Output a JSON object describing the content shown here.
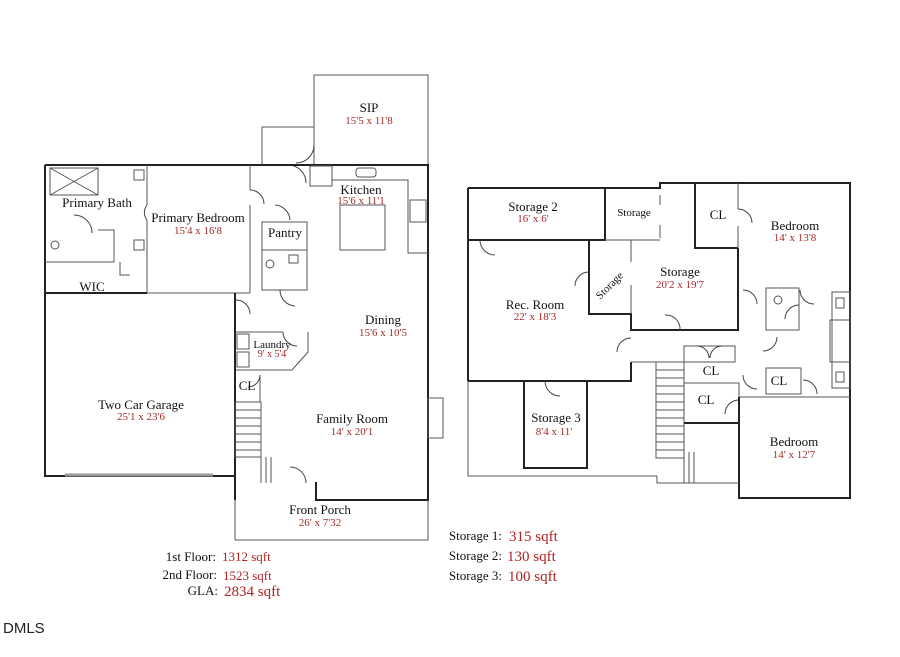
{
  "first_floor": {
    "rooms": {
      "sip": {
        "name": "SIP",
        "dims": "15'5 x 11'8"
      },
      "kitchen": {
        "name": "Kitchen",
        "dims": "15'6 x 11'1"
      },
      "primary_bath": {
        "name": "Primary Bath"
      },
      "primary_bedroom": {
        "name": "Primary Bedroom",
        "dims": "15'4 x 16'8"
      },
      "pantry": {
        "name": "Pantry"
      },
      "wic": {
        "name": "WIC"
      },
      "dining": {
        "name": "Dining",
        "dims": "15'6 x 10'5"
      },
      "laundry": {
        "name": "Laundry",
        "dims": "9' x 5'4"
      },
      "closet": {
        "name": "CL"
      },
      "garage": {
        "name": "Two Car Garage",
        "dims": "25'1 x 23'6"
      },
      "family_room": {
        "name": "Family Room",
        "dims": "14' x 20'1"
      },
      "front_porch": {
        "name": "Front Porch",
        "dims": "26' x 7'32"
      }
    }
  },
  "second_floor": {
    "rooms": {
      "storage_2": {
        "name": "Storage 2",
        "dims": "16' x 6'"
      },
      "storage_small": {
        "name": "Storage"
      },
      "closet_top": {
        "name": "CL"
      },
      "bedroom_1": {
        "name": "Bedroom",
        "dims": "14' x 13'8"
      },
      "storage_diag": {
        "name": "Storage"
      },
      "storage_main": {
        "name": "Storage",
        "dims": "20'2 x 19'7"
      },
      "rec_room": {
        "name": "Rec. Room",
        "dims": "22' x 18'3"
      },
      "closet_a": {
        "name": "CL"
      },
      "closet_b": {
        "name": "CL"
      },
      "closet_c": {
        "name": "CL"
      },
      "storage_3": {
        "name": "Storage 3",
        "dims": "8'4 x 11'"
      },
      "bedroom_2": {
        "name": "Bedroom",
        "dims": "14' x 12'7"
      }
    }
  },
  "summary": {
    "first_floor": {
      "label": "1st Floor:",
      "value": "1312 sqft"
    },
    "second_floor": {
      "label": "2nd Floor:",
      "value": "1523 sqft"
    },
    "gla": {
      "label": "GLA:",
      "value": "2834 sqft"
    },
    "storage_1": {
      "label": "Storage 1:",
      "value": "315 sqft"
    },
    "storage_2": {
      "label": "Storage 2:",
      "value": "130 sqft"
    },
    "storage_3": {
      "label": "Storage 3:",
      "value": "100 sqft"
    }
  },
  "logo": {
    "text": "DMLS"
  },
  "colors": {
    "wall": "#222222",
    "dimension_text": "#a52a2a",
    "summary_value": "#b22222"
  }
}
